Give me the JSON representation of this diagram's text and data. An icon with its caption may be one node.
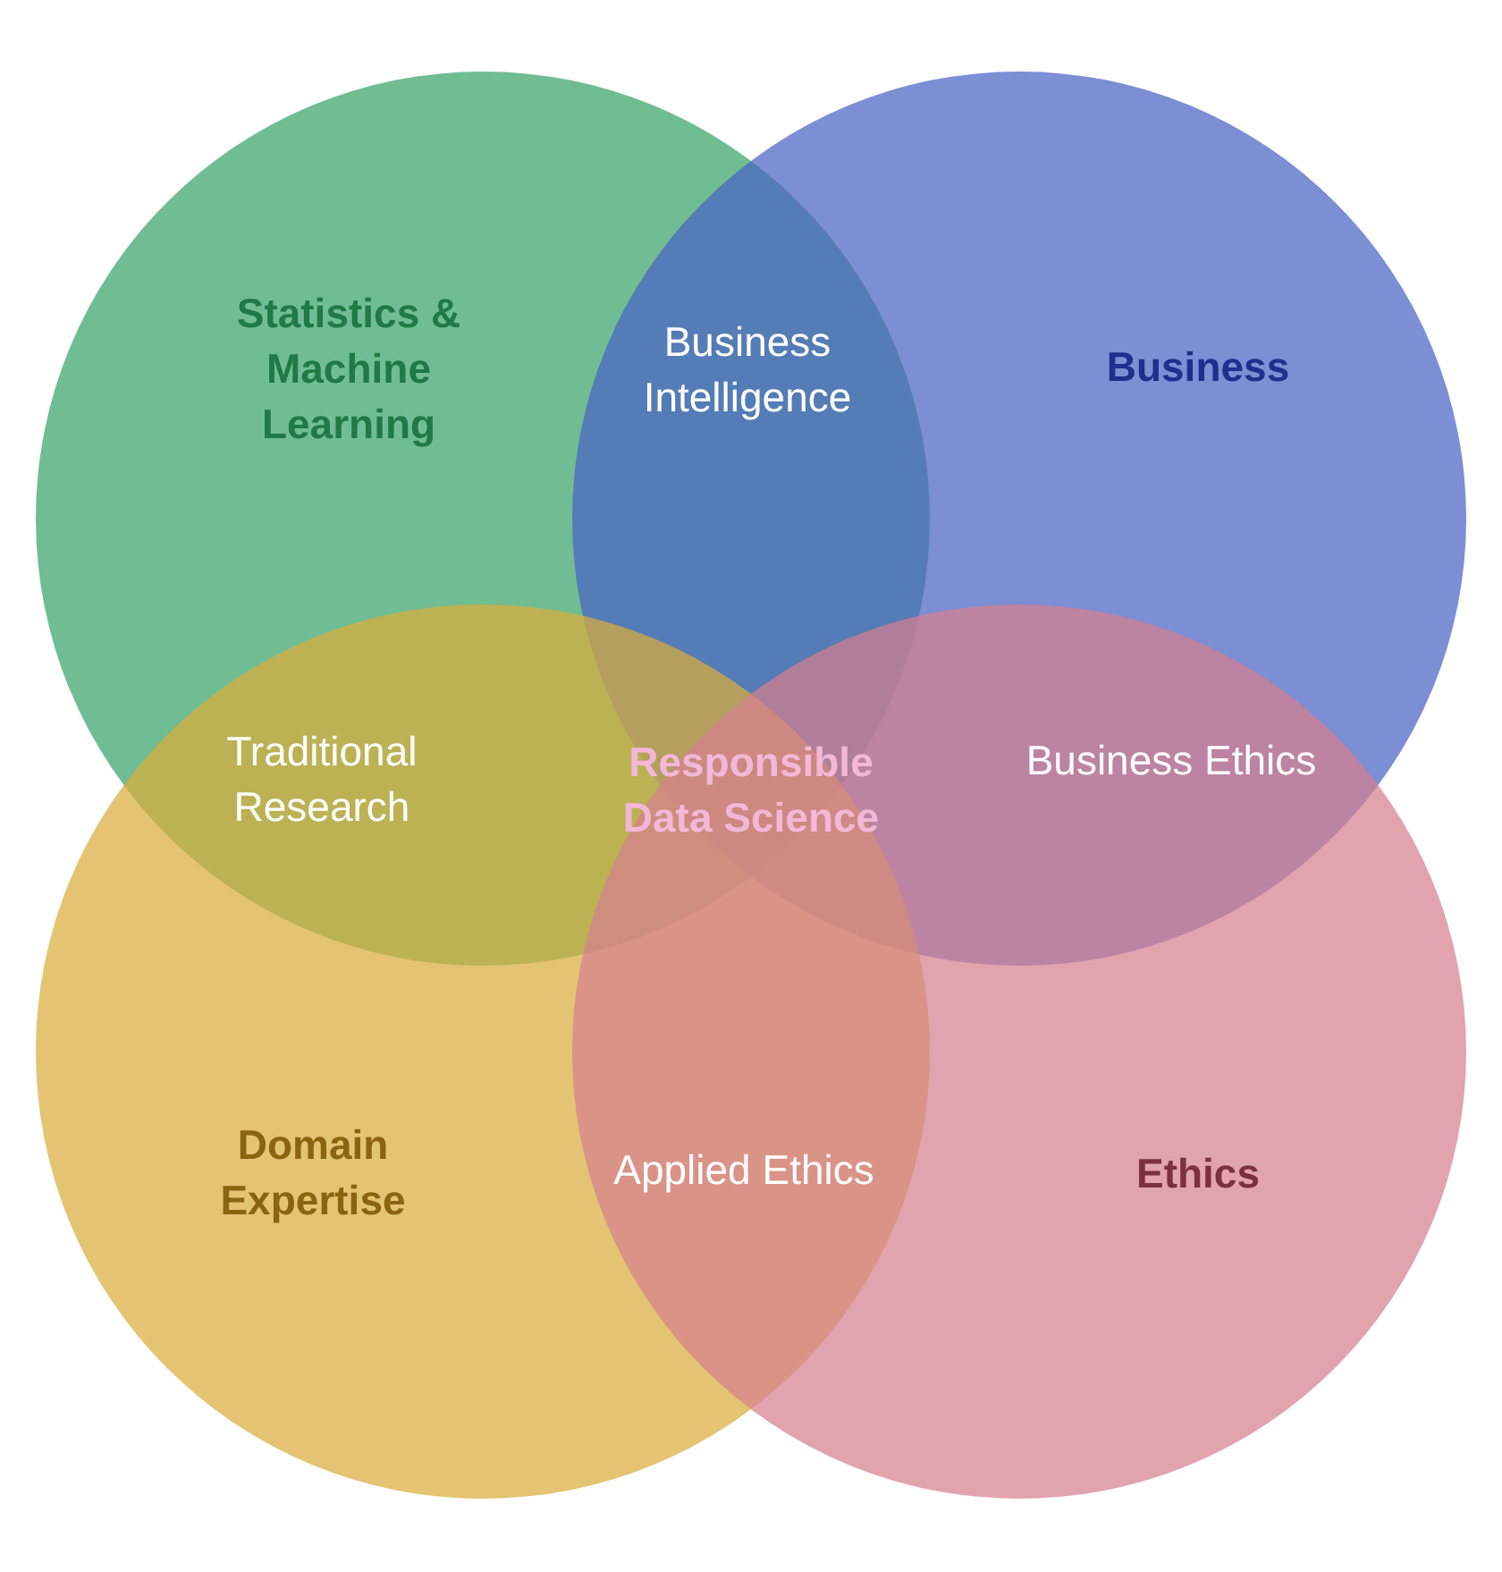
{
  "diagram": {
    "nodes": [
      {
        "text": [
          "Statistics & Machine Learning"
        ]
      },
      {
        "text": [
          "Business"
        ]
      },
      {
        "text": [
          "Domain Expertise"
        ]
      },
      {
        "text": [
          "Ethics"
        ]
      }
    ],
    "labels": [
      "Business Intelligence",
      "Traditional Research",
      "Responsible Data Science",
      "Business Ethics",
      "Applied Ethics"
    ]
  }
}
